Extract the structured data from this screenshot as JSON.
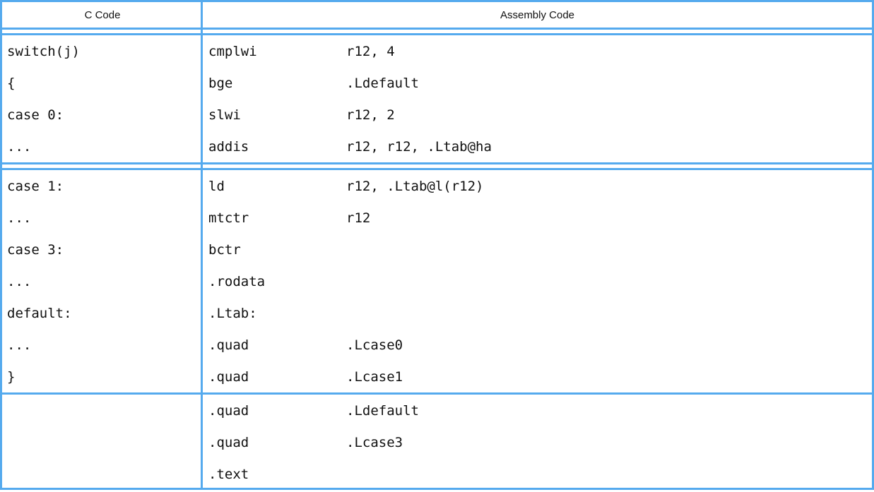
{
  "table": {
    "border_color": "#55aaee",
    "text_color": "#111111",
    "header": {
      "c_col": "C Code",
      "asm_col": "Assembly Code"
    },
    "groups": [
      {
        "rows": [
          {
            "c": "switch(j)",
            "op": "cmplwi",
            "args": "r12, 4"
          },
          {
            "c": "{",
            "op": "bge",
            "args": ".Ldefault"
          },
          {
            "c": "case 0:",
            "op": "slwi",
            "args": "r12, 2"
          },
          {
            "c": "...",
            "op": "addis",
            "args": "r12, r12, .Ltab@ha"
          }
        ]
      },
      {
        "rows": [
          {
            "c": "case 1:",
            "op": "ld",
            "args": "r12, .Ltab@l(r12)"
          },
          {
            "c": "...",
            "op": "mtctr",
            "args": "r12"
          },
          {
            "c": "case 3:",
            "op": "bctr",
            "args": ""
          },
          {
            "c": "...",
            "op": ".rodata",
            "args": ""
          },
          {
            "c": "default:",
            "op": ".Ltab:",
            "args": ""
          },
          {
            "c": "...",
            "op": ".quad",
            "args": ".Lcase0"
          },
          {
            "c": "}",
            "op": ".quad",
            "args": ".Lcase1"
          }
        ]
      },
      {
        "rows": [
          {
            "c": "",
            "op": ".quad",
            "args": ".Ldefault"
          },
          {
            "c": "",
            "op": ".quad",
            "args": ".Lcase3"
          },
          {
            "c": "",
            "op": ".text",
            "args": ""
          }
        ]
      }
    ]
  }
}
